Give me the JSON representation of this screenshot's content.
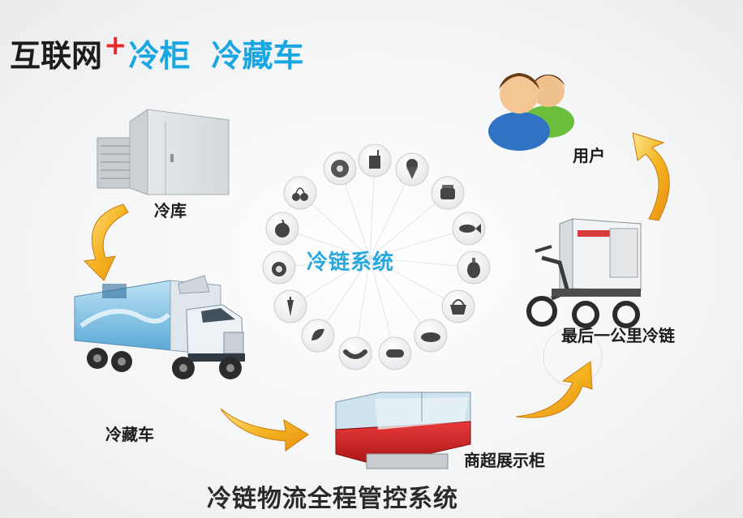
{
  "title": {
    "part1": "互联网",
    "plus": "+",
    "part2": "冷柜",
    "part3": "冷藏车"
  },
  "center": "冷链系统",
  "nodes": {
    "cold_storage": "冷库",
    "refrigerated_truck": "冷藏车",
    "display_cabinet": "商超展示柜",
    "last_mile": "最后一公里冷链",
    "user": "用户"
  },
  "bottom_title": "冷链物流全程管控系统",
  "colors": {
    "accent_blue": "#19a6e3",
    "arrow_orange": "#f3a81c",
    "plus_red": "#e8272a"
  },
  "food_icons": [
    "kiwi-icon",
    "drink-icon",
    "ice-cream-icon",
    "jar-icon",
    "fish-icon",
    "meat-icon",
    "basket-icon",
    "bread-icon",
    "pill-icon",
    "sausage-icon",
    "eggplant-icon",
    "carrot-icon",
    "coconut-icon",
    "apple-icon",
    "cherry-icon"
  ]
}
